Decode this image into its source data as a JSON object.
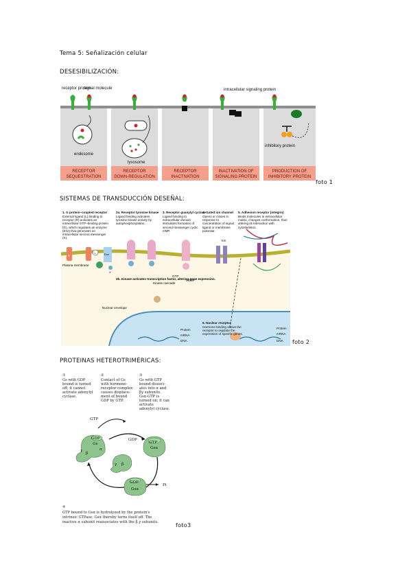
{
  "header": {
    "title": "Tema 5: Señalización celular"
  },
  "sections": [
    {
      "heading": "DESESIBILIZACIÓN:",
      "caption": "foto 1"
    },
    {
      "heading": "SISTEMAS DE TRANSDUCCIÓN DESEÑAL:",
      "caption": "foto 2"
    },
    {
      "heading": "PROTEINAS HETEROTRIMÉRICAS:",
      "caption": "foto3"
    }
  ],
  "fig1": {
    "labels": {
      "receptor_protein": "receptor protein",
      "signal_molecule": "signal molecule",
      "intracellular_signaling_protein": "intracellular signaling protein",
      "endosome": "endosome",
      "lysosome": "lysosome",
      "inhibitory_protein": "inhibitory protein"
    },
    "panels": [
      {
        "line1": "RECEPTOR",
        "line2": "SEQUESTRATION"
      },
      {
        "line1": "RECEPTOR",
        "line2": "DOWN-REGULATION"
      },
      {
        "line1": "RECEPTOR",
        "line2": "INACTIVATION"
      },
      {
        "line1": "INACTIVATION OF",
        "line2": "SIGNALING PROTEIN"
      },
      {
        "line1": "PRODUCTION OF",
        "line2": "INHIBITORY PROTEIN"
      }
    ]
  },
  "fig2": {
    "panels": [
      {
        "title": "1. G protein–coupled receptor",
        "body": "External ligand (L) binding to receptor (R) activates an intracellular GTP–binding protein (G), which regulates an enzyme (Enz) that generates an intracellular second messenger (X)."
      },
      {
        "title": "2a. Receptor tyrosine kinase",
        "body": "Ligand binding activates tyrosine kinase activity by autophosphorylation."
      },
      {
        "title": "3. Receptor guanylyl cyclase",
        "body": "Ligand binding to extracellular domain stimulates formation of second-messenger cyclic GMP."
      },
      {
        "title": "4. Gated ion channel",
        "body": "Opens or closes in response to concentration of signal ligand or membrane potential."
      },
      {
        "title": "5. Adhesion receptor (integrin)",
        "body": "Binds molecules in extracellular matrix, changes conformation, thus altering its interaction with cytoskeleton."
      }
    ],
    "kinase": {
      "title": "2b. Kinase activates transcription factor, altering gene expression.",
      "cascade": "Kinase cascade"
    },
    "nuclear": {
      "title": "6. Nuclear receptor",
      "body": "Hormone binding allows the receptor to regulate the expression of specific genes."
    },
    "labels": {
      "plasma_membrane": "Plasma membrane",
      "nuclear_envelope": "Nuclear envelope",
      "protein": "Protein",
      "mrna": "mRNA",
      "dna": "DNA",
      "gtp": "GTP",
      "cgmp": "cGMP",
      "ion": "Ion",
      "enz": "Enz",
      "r": "R",
      "l": "L",
      "x": "X"
    }
  },
  "fig3": {
    "steps": [
      {
        "num": "①",
        "text": [
          "Gs with GDP",
          "bound is turned",
          "off; it cannot",
          "activate adenylyl",
          "cyclase."
        ]
      },
      {
        "num": "②",
        "text": [
          "Contact of Gs",
          "with hormone-",
          "receptor complex",
          "causes displace-",
          "ment of bound",
          "GDP by GTP."
        ]
      },
      {
        "num": "③",
        "text": [
          "Gs with GTP",
          "bound dissoci-",
          "ates into α and",
          "βγ subunits.",
          "Gsα-GTP is",
          "turned on; it can",
          "activate",
          "adenylyl cyclase."
        ]
      },
      {
        "num": "④",
        "text": [
          "GTP bound to Gsα is hydrolyzed by the protein's",
          "intrinsic GTPase; Gsα thereby turns itself off. The",
          "inactive α subunit reassociates with the β,γ subunits."
        ]
      }
    ],
    "labels": {
      "gtp": "GTP",
      "gdp": "GDP",
      "gs": "Gs",
      "gsa": "Gsα",
      "pi": "Pi",
      "alpha": "α",
      "beta": "β",
      "gamma": "γ"
    }
  }
}
